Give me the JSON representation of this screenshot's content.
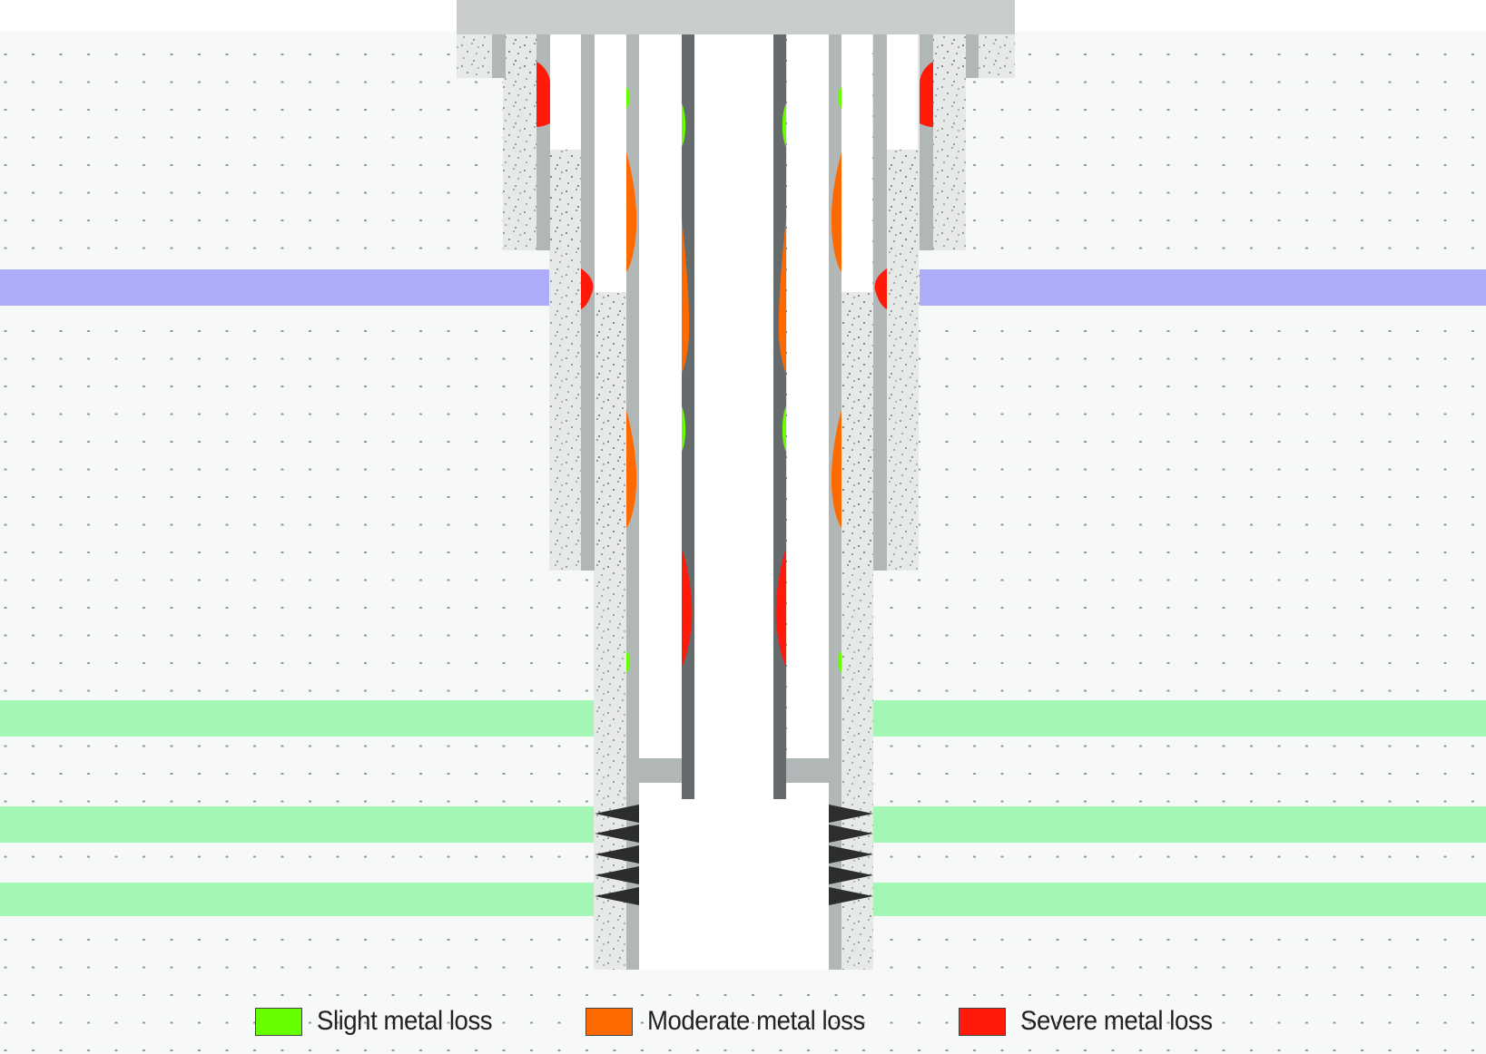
{
  "diagram": {
    "colors": {
      "background_dots": "#8c96a3",
      "formation": "#f7f8f8",
      "cement": "#e7e9e9",
      "cement_speckle": "#5a6266",
      "casing_light": "#b1b7b6",
      "casing_dark": "#656b6c",
      "wellhead": "#c9cdcc",
      "aquifer_band": "#adadf9",
      "reservoir_band": "#a3f7b5",
      "perforation": "#2b2d2e",
      "bore": "#ffffff"
    }
  },
  "legend": {
    "items": [
      {
        "label": "Slight metal loss",
        "color": "#66ff00"
      },
      {
        "label": "Moderate metal loss",
        "color": "#ff6a00"
      },
      {
        "label": "Severe metal loss",
        "color": "#ff1a0a"
      }
    ]
  }
}
